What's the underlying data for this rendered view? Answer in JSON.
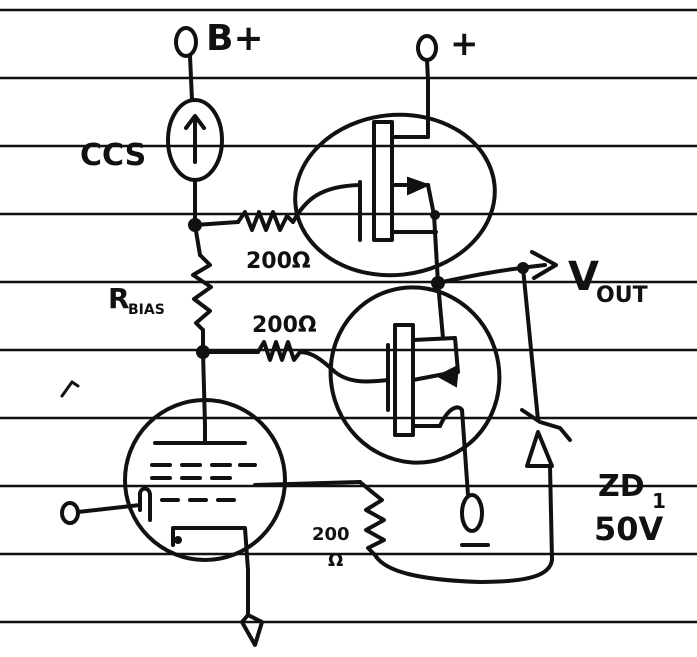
{
  "labels": {
    "b_plus": "B+",
    "plus": "+",
    "ccs": "CCS",
    "r_bias_r": "R",
    "r_bias_sub": "BIAS",
    "r_top": "200Ω",
    "r_mid": "200Ω",
    "r_bot_num": "200",
    "r_bot_unit": "Ω",
    "vout_v": "V",
    "vout_sub": "OUT",
    "zd": "ZD",
    "zd_sub": "1",
    "zd_volt": "50V",
    "minus": "−"
  }
}
